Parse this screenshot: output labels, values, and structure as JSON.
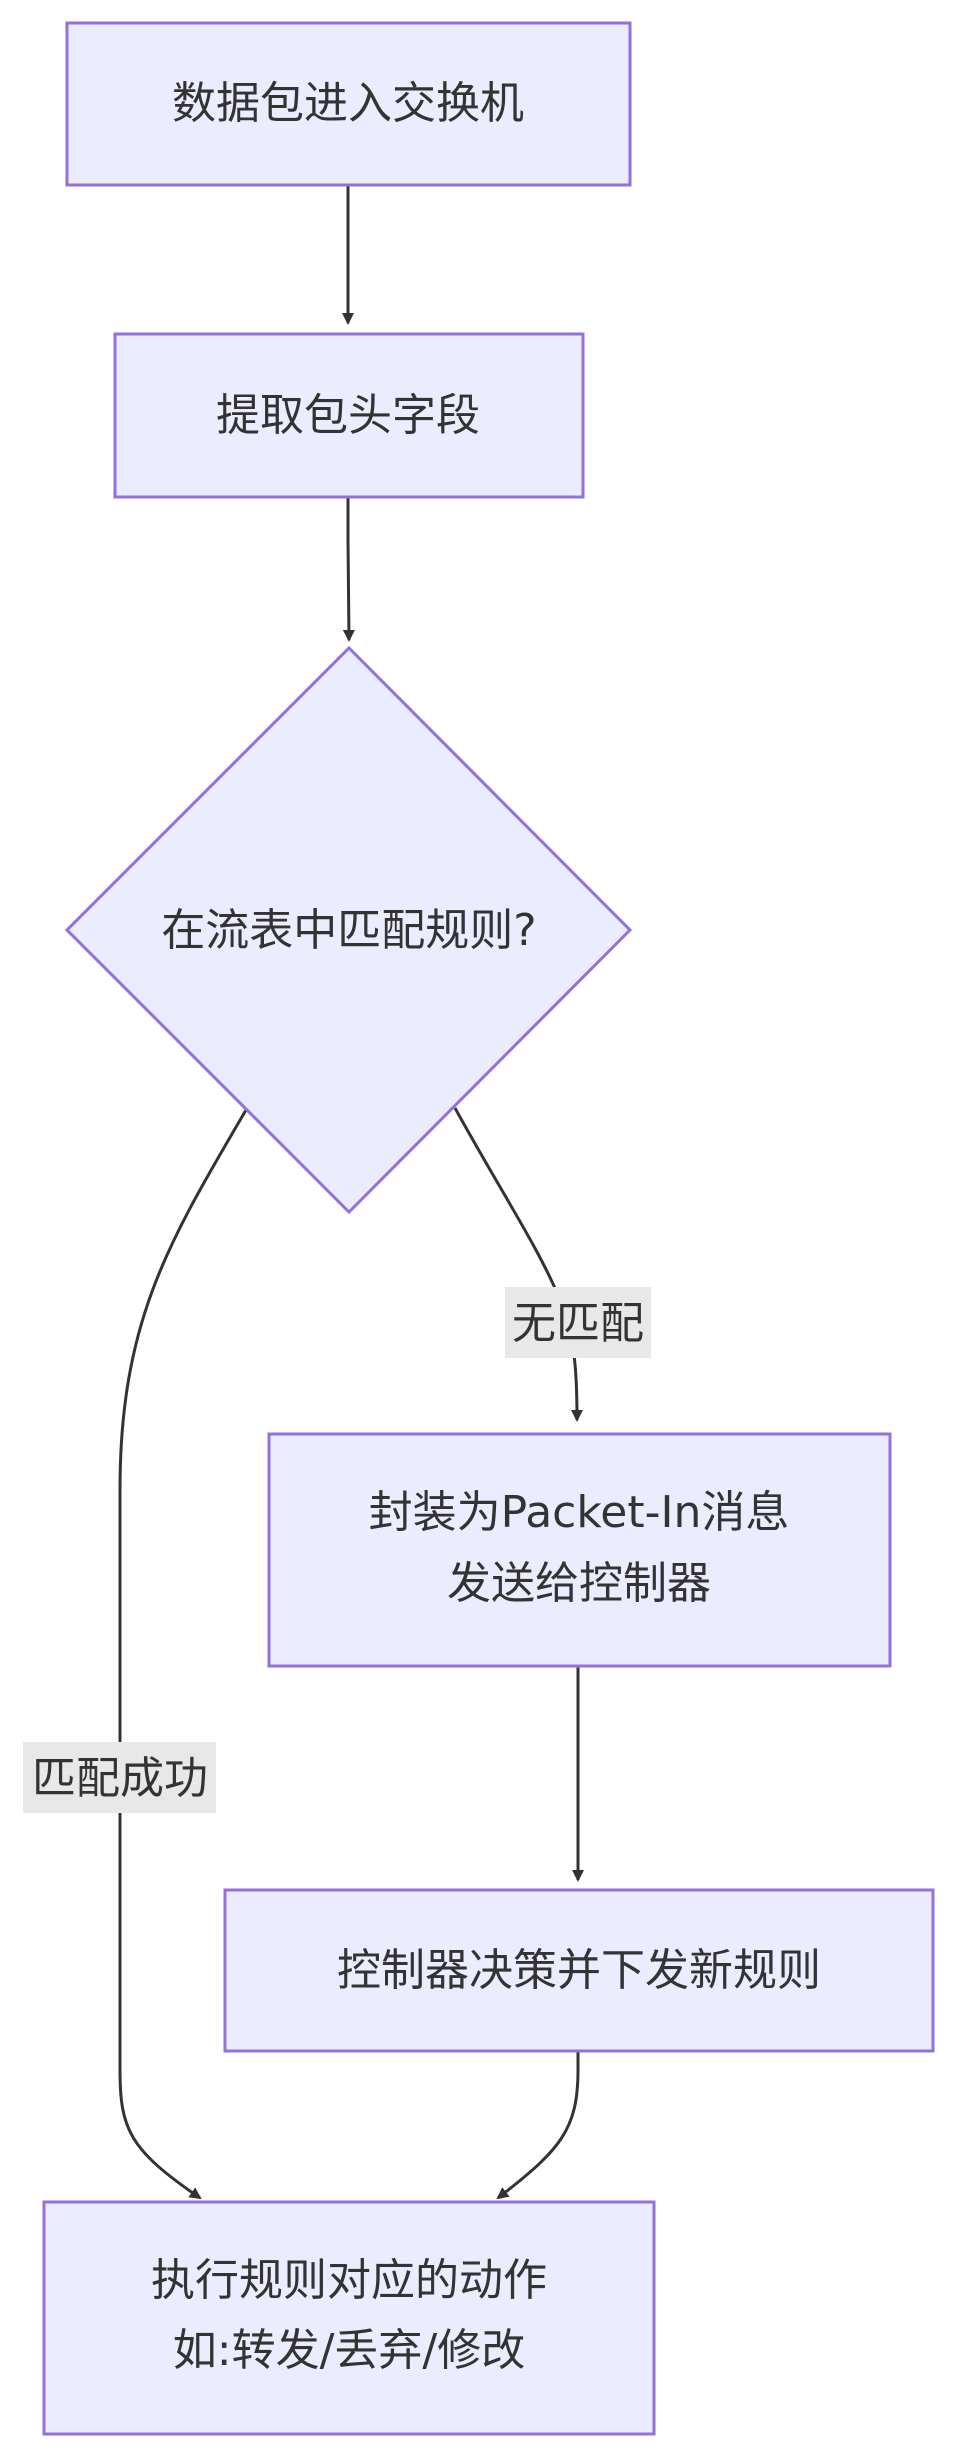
{
  "nodes": {
    "enter": {
      "line1": "数据包进入交换机"
    },
    "extract": {
      "line1": "提取包头字段"
    },
    "decision": {
      "line1": "在流表中匹配规则?"
    },
    "packet_in": {
      "line1": "封装为Packet-In消息",
      "line2": "发送给控制器"
    },
    "controller": {
      "line1": "控制器决策并下发新规则"
    },
    "execute": {
      "line1": "执行规则对应的动作",
      "line2": "如:转发/丢弃/修改"
    }
  },
  "edges": {
    "no_match": {
      "label": "无匹配"
    },
    "match": {
      "label": "匹配成功"
    }
  },
  "colors": {
    "node_fill": "#ececff",
    "node_stroke": "#9370db",
    "edge": "#333333",
    "label_bg": "#e8e8e8",
    "text": "#333333"
  }
}
